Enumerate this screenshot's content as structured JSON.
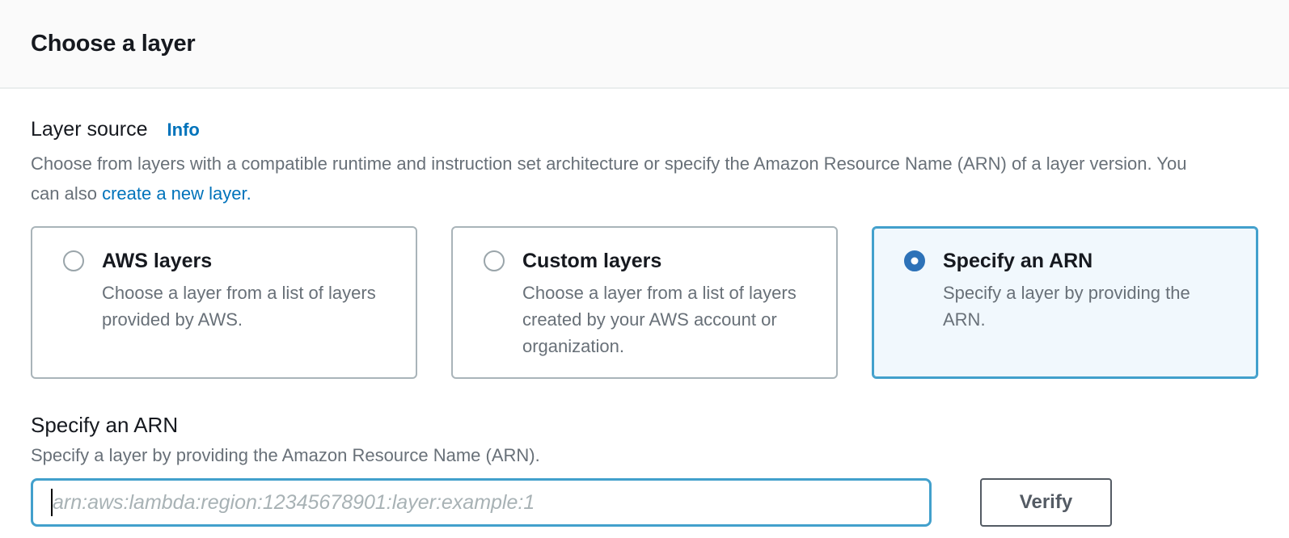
{
  "header": {
    "title": "Choose a layer"
  },
  "layer_source": {
    "label": "Layer source",
    "info_link": "Info",
    "description_text": "Choose from layers with a compatible runtime and instruction set architecture or specify the Amazon Resource Name (ARN) of a layer version. You can also ",
    "create_layer_link": "create a new layer.",
    "options": [
      {
        "label": "AWS layers",
        "description": "Choose a layer from a list of layers provided by AWS.",
        "selected": false
      },
      {
        "label": "Custom layers",
        "description": "Choose a layer from a list of layers created by your AWS account or organization.",
        "selected": false
      },
      {
        "label": "Specify an ARN",
        "description": "Specify a layer by providing the ARN.",
        "selected": true
      }
    ]
  },
  "arn_section": {
    "heading": "Specify an ARN",
    "description": "Specify a layer by providing the Amazon Resource Name (ARN).",
    "input_value": "",
    "input_placeholder": "arn:aws:lambda:region:12345678901:layer:example:1",
    "verify_button_label": "Verify"
  },
  "colors": {
    "link_blue": "#0073bb",
    "radio_selected_blue": "#2d72b8",
    "selected_card_border": "#42a0cc",
    "selected_card_bg": "#f1f8fd",
    "input_focus_border": "#42a0cc",
    "heading_text": "#16191f",
    "secondary_text": "#687078",
    "card_border": "#a9b4b9",
    "button_border": "#545b64"
  }
}
